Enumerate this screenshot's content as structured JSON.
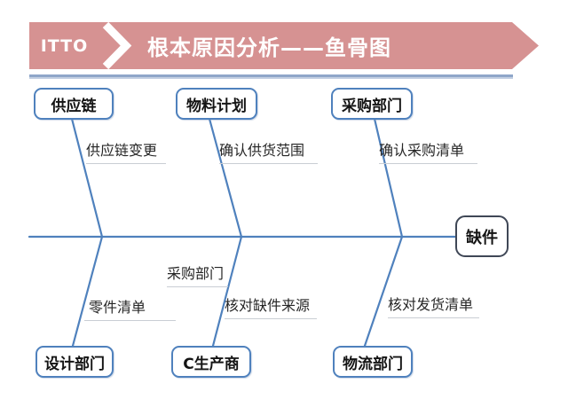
{
  "header": {
    "badge_label": "ITTO",
    "title": "根本原因分析——鱼骨图"
  },
  "colors": {
    "banner_pink": "#d69292",
    "bone_blue": "#4f81bd",
    "effect_box_border": "#3f4756",
    "cause_underline_gray": "#c9ced4",
    "header_rule_blue": "#8fa6c9"
  },
  "diagram": {
    "type": "fishbone",
    "effect": {
      "label": "缺件"
    },
    "branches": {
      "top": [
        {
          "category": "供应链",
          "causes": [
            "供应链变更"
          ]
        },
        {
          "category": "物料计划",
          "causes": [
            "确认供货范围"
          ]
        },
        {
          "category": "采购部门",
          "causes": [
            "确认采购清单"
          ]
        }
      ],
      "bottom": [
        {
          "category": "设计部门",
          "causes": [
            "零件清单"
          ]
        },
        {
          "category": "C生产商",
          "causes": [
            "采购部门",
            "核对缺件来源"
          ]
        },
        {
          "category": "物流部门",
          "causes": [
            "核对发货清单"
          ]
        }
      ]
    }
  }
}
